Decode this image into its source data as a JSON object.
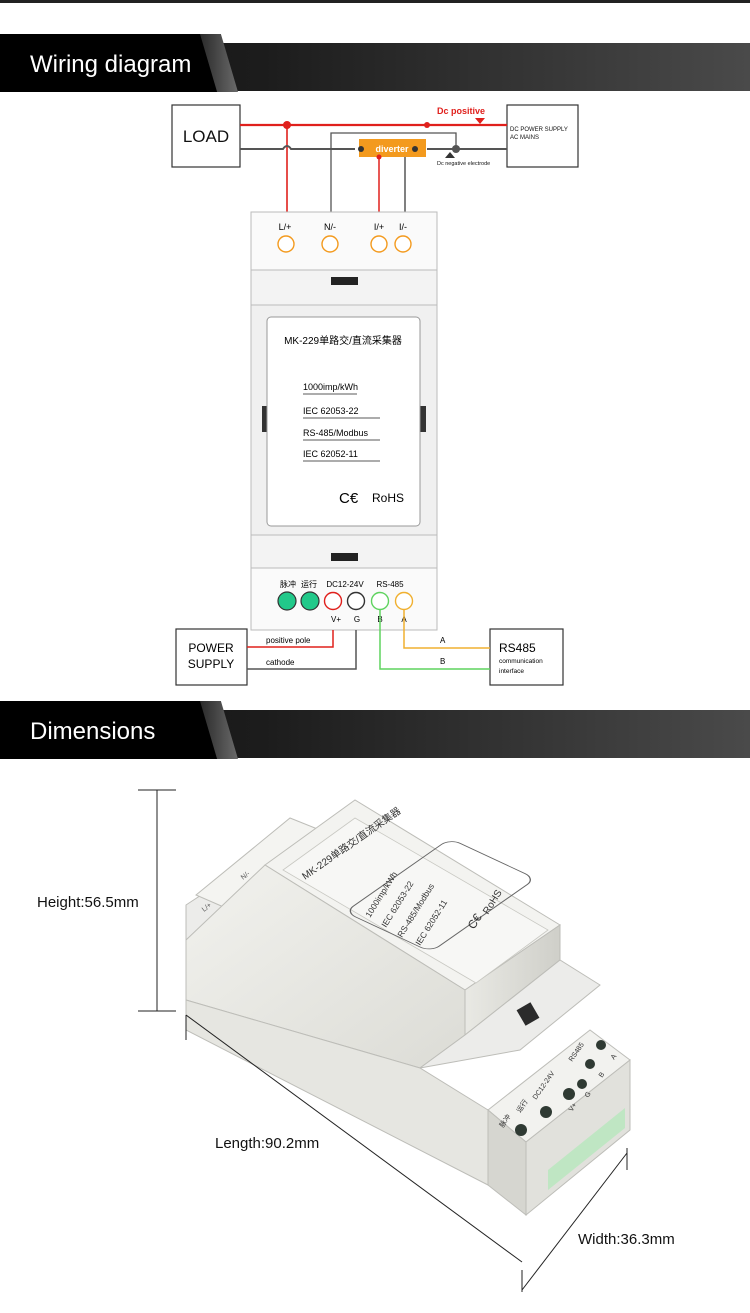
{
  "sections": {
    "wiring_title": "Wiring diagram",
    "dimensions_title": "Dimensions"
  },
  "wiring": {
    "load_label": "LOAD",
    "dc_positive": "Dc positive",
    "dc_supply_line1": "DC POWER SUPPLY",
    "dc_supply_line2": "AC MAINS",
    "diverter": "diverter",
    "dc_negative": "Dc negative electrode",
    "top_terminals": [
      "L/+",
      "N/-",
      "I/+",
      "I/-"
    ],
    "panel_title": "MK-229单路交/直流采集器",
    "panel_lines": [
      "1000imp/kWh",
      "IEC  62053-22",
      "RS-485/Modbus",
      "IEC  62052-11"
    ],
    "ce": "C€",
    "rohs": "RoHS",
    "bottom_labels": [
      "脉冲",
      "运行",
      "DC12-24V",
      "RS-485"
    ],
    "bottom_terminals": [
      "V+",
      "G",
      "B",
      "A"
    ],
    "power_supply_line1": "POWER",
    "power_supply_line2": "SUPPLY",
    "positive_pole": "positive pole",
    "cathode": "cathode",
    "wire_a": "A",
    "wire_b": "B",
    "rs485_title": "RS485",
    "rs485_line1": "communication",
    "rs485_line2": "interface"
  },
  "dimensions": {
    "height": "Height:56.5mm",
    "length": "Length:90.2mm",
    "width": "Width:36.3mm",
    "device_label": "MK-229单路交/直流采集器",
    "device_lines": [
      "1000imp/kWh",
      "IEC  62053-22",
      "RS-485/Modbus",
      "IEC  62052-11"
    ],
    "device_ce": "C€",
    "device_rohs": "RoHS",
    "side_labels": [
      "脉冲",
      "运行",
      "DC12-24V",
      "RS485"
    ],
    "side_terminals": [
      "V+",
      "G",
      "B",
      "A"
    ],
    "top_terminal_labels": [
      "L/+",
      "N/-"
    ]
  },
  "colors": {
    "red_wire": "#e0201c",
    "orange": "#f39a1e",
    "green_led": "#22c98a",
    "rs485_a": "#f0b030",
    "rs485_b": "#5fd35f"
  }
}
